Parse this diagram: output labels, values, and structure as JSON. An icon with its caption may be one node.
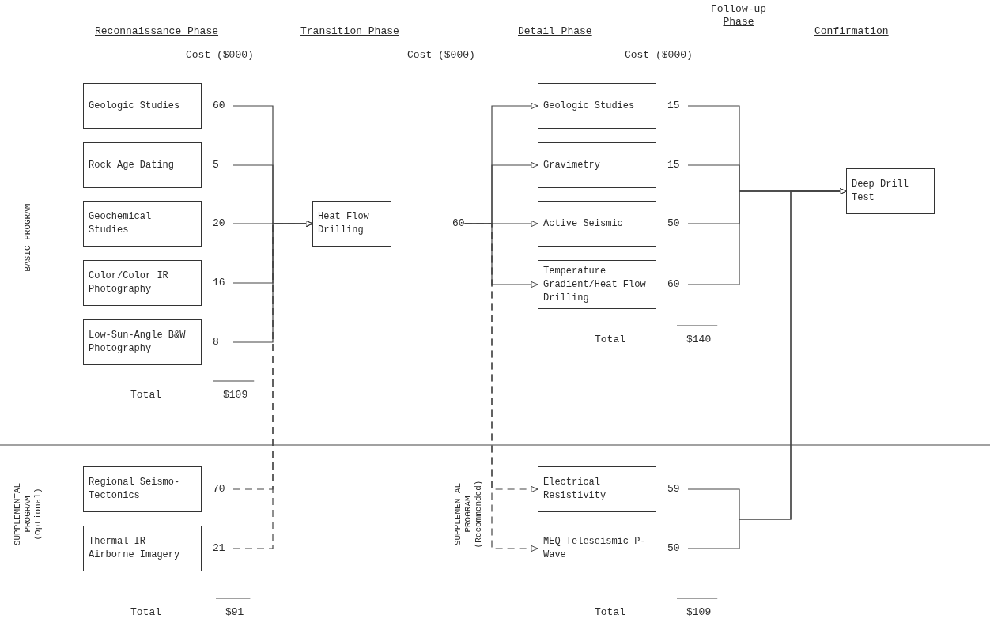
{
  "diagram": {
    "nodes": [
      {
        "text": [
          "Geologic Studies"
        ],
        "beside": [
          "60"
        ]
      },
      {
        "text": [
          "Rock Age Dating"
        ],
        "beside": [
          "5"
        ]
      },
      {
        "text": [
          "Geochemical Studies"
        ],
        "beside": [
          "20"
        ]
      },
      {
        "text": [
          "Color/Color IR Photography"
        ],
        "beside": [
          "16"
        ]
      },
      {
        "text": [
          "Low-Sun-Angle B&W Photography"
        ],
        "beside": [
          "8"
        ]
      },
      {
        "text": [
          "Regional Seismo-Tectonics"
        ],
        "beside": [
          "70"
        ]
      },
      {
        "text": [
          "Thermal IR Airborne Imagery"
        ],
        "beside": [
          "21"
        ]
      },
      {
        "text": [
          "Heat Flow Drilling"
        ]
      },
      {
        "text": [
          "60"
        ]
      },
      {
        "text": [
          "Geologic Studies"
        ],
        "beside": [
          "15"
        ]
      },
      {
        "text": [
          "Gravimetry"
        ],
        "beside": [
          "15"
        ]
      },
      {
        "text": [
          "Active Seismic"
        ],
        "beside": [
          "50"
        ]
      },
      {
        "text": [
          "Temperature Gradient/Heat Flow Drilling"
        ],
        "beside": [
          "60"
        ]
      },
      {
        "text": [
          "Electrical Resistivity"
        ],
        "beside": [
          "59"
        ]
      },
      {
        "text": [
          "MEQ Teleseismic P-Wave"
        ],
        "beside": [
          "50"
        ]
      },
      {
        "text": [
          "Deep Drill Test"
        ]
      }
    ],
    "edges": [
      {
        "from": 0,
        "to": 7,
        "arrow": "to"
      },
      {
        "from": 1,
        "to": 7,
        "arrow": "to"
      },
      {
        "from": 2,
        "to": 7,
        "arrow": "to"
      },
      {
        "from": 3,
        "to": 7,
        "arrow": "to"
      },
      {
        "from": 4,
        "to": 7,
        "arrow": "to"
      },
      {
        "from": 5,
        "to": 7,
        "arrow": "to",
        "style": "dashed"
      },
      {
        "from": 6,
        "to": 7,
        "arrow": "to",
        "style": "dashed"
      },
      {
        "from": 8,
        "to": 9,
        "arrow": "to"
      },
      {
        "from": 8,
        "to": 10,
        "arrow": "to"
      },
      {
        "from": 8,
        "to": 11,
        "arrow": "to"
      },
      {
        "from": 8,
        "to": 12,
        "arrow": "to"
      },
      {
        "from": 8,
        "to": 13,
        "arrow": "to",
        "style": "dashed"
      },
      {
        "from": 8,
        "to": 14,
        "arrow": "to",
        "style": "dashed"
      },
      {
        "from": 9,
        "to": 15,
        "arrow": "to"
      },
      {
        "from": 10,
        "to": 15,
        "arrow": "to"
      },
      {
        "from": 11,
        "to": 15,
        "arrow": "to"
      },
      {
        "from": 12,
        "to": 15,
        "arrow": "to"
      },
      {
        "from": 13,
        "to": 15,
        "arrow": "to"
      },
      {
        "from": 14,
        "to": 15,
        "arrow": "to"
      }
    ],
    "labels": [
      "Reconnaissance Phase",
      "Transition Phase",
      "Detail Phase",
      "Follow-up Phase",
      "Confirmation",
      "Cost ($000)",
      "Cost ($000)",
      "Cost ($000)",
      "BASIC PROGRAM",
      "Total",
      "$109",
      "Total",
      "$140",
      "SUPPLEMENTAL PROGRAM (Optional)",
      "SUPPLEMENTAL PROGRAM (Recommended)",
      "Total",
      "$91",
      "Total",
      "$109"
    ]
  }
}
